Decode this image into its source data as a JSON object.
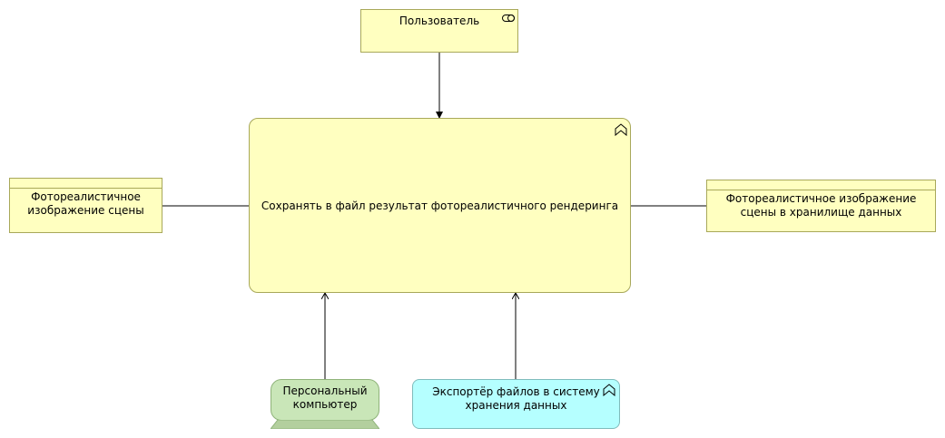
{
  "role": {
    "label": "Пользователь",
    "icon": "role-icon"
  },
  "main_function": {
    "label": "Сохранять в файл результат фотореалистичного рендеринга",
    "icon": "function-icon"
  },
  "data_left": {
    "label": "Фотореалистичное\nизображение сцены"
  },
  "data_right": {
    "label": "Фотореалистичное изображение\nсцены в хранилище данных"
  },
  "node_pc": {
    "label": "Персональный\nкомпьютер"
  },
  "app_function": {
    "label": "Экспортёр файлов в систему\nхранения данных",
    "icon": "function-icon"
  },
  "colors": {
    "business_fill": "#ffffc0",
    "node_fill": "#c9e6b8",
    "application_fill": "#b5ffff"
  }
}
